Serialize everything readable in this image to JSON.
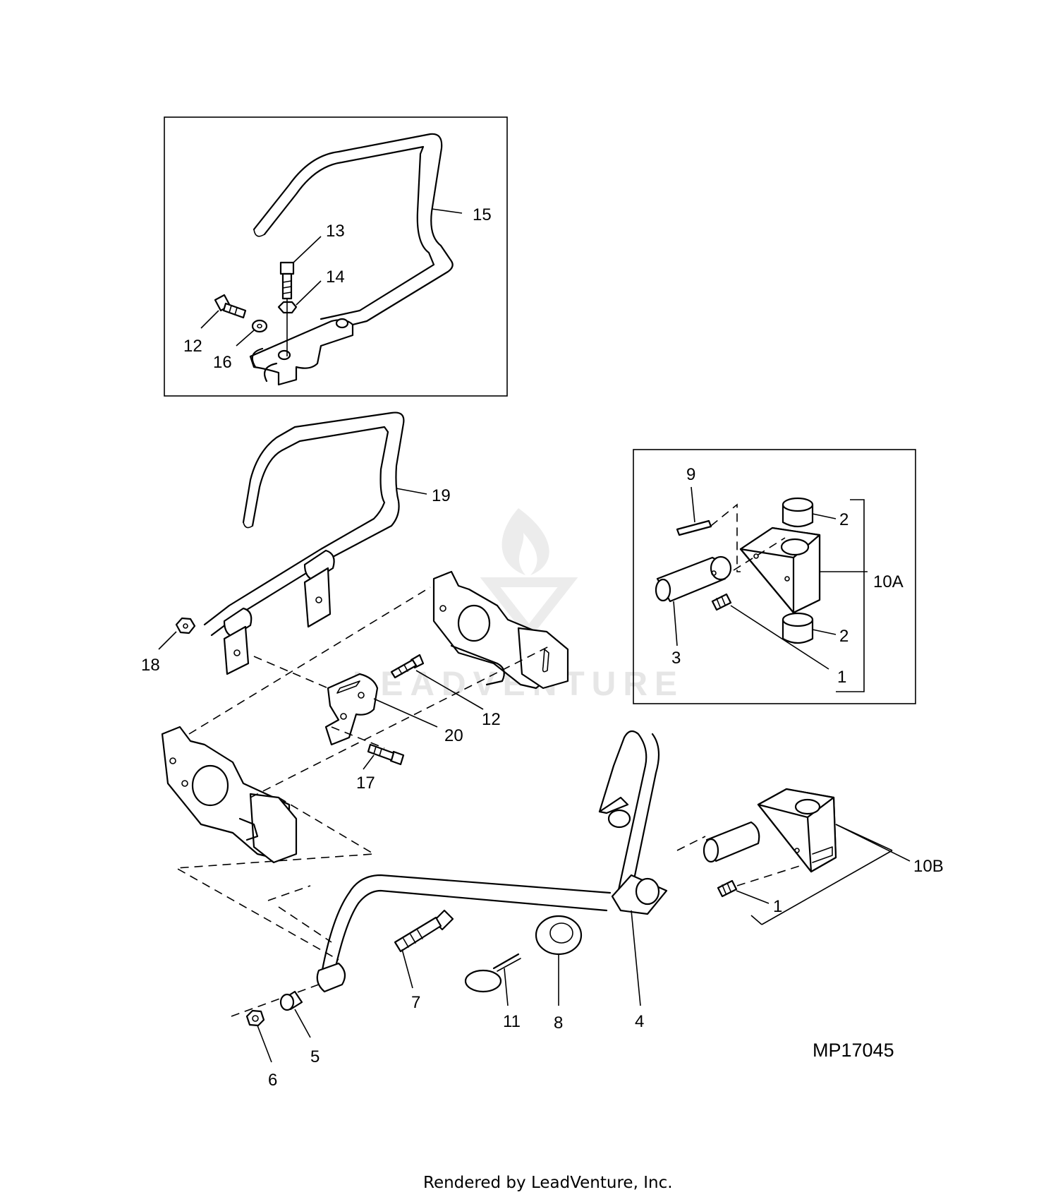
{
  "figure_id": "MP17045",
  "watermark": "LEADVENTURE",
  "footer": "Rendered by LeadVenture, Inc.",
  "callouts": {
    "c15": "15",
    "c13": "13",
    "c14": "14",
    "c12a": "12",
    "c16": "16",
    "c19": "19",
    "c18": "18",
    "c12b": "12",
    "c20": "20",
    "c17": "17",
    "c9": "9",
    "c2a": "2",
    "c10a": "10A",
    "c2b": "2",
    "c3": "3",
    "c1a": "1",
    "c10b": "10B",
    "c1b": "1",
    "c7": "7",
    "c11": "11",
    "c8": "8",
    "c4": "4",
    "c5": "5",
    "c6": "6"
  }
}
